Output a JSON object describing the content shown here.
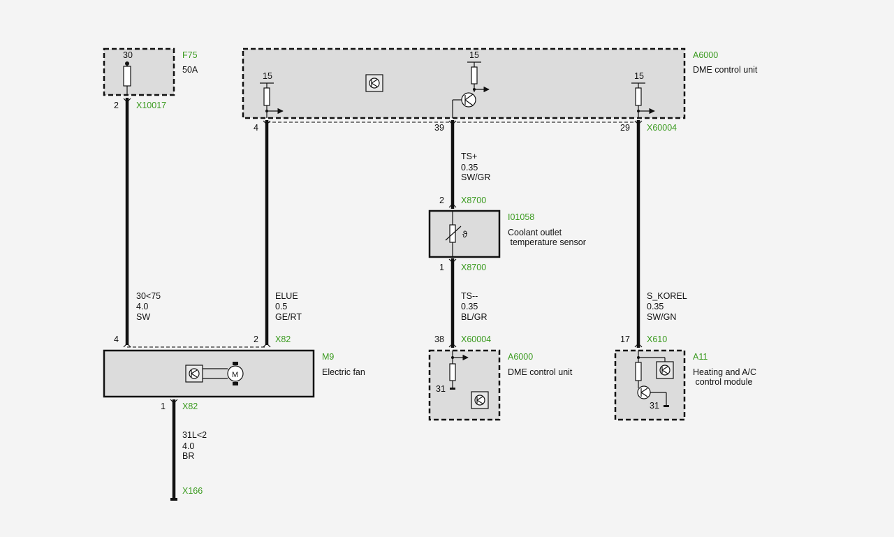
{
  "components": {
    "f75": {
      "id": "F75",
      "rating": "50A",
      "pin_top": "30",
      "pin_bottom": "2",
      "connector": "X10017"
    },
    "a6000_top": {
      "id": "A6000",
      "name": "DME control unit",
      "pin_left": "4",
      "pin_mid": "39",
      "pin_right": "29",
      "connector": "X60004",
      "supply_left": "15",
      "supply_mid": "15",
      "supply_right": "15"
    },
    "i01058": {
      "id": "I01058",
      "name_line1": "Coolant outlet",
      "name_line2": " temperature sensor",
      "pin_top": "2",
      "conn_top": "X8700",
      "pin_bottom": "1",
      "conn_bottom": "X8700"
    },
    "m9": {
      "id": "M9",
      "name": "Electric fan",
      "pin_top_left": "4",
      "pin_top_right": "2",
      "conn_top": "X82",
      "pin_bottom": "1",
      "conn_bottom": "X82",
      "motor_label": "M"
    },
    "a6000_bottom": {
      "id": "A6000",
      "name": "DME control unit",
      "pin_top": "38",
      "connector": "X60004",
      "ground": "31"
    },
    "a11": {
      "id": "A11",
      "name_line1": "Heating and A/C",
      "name_line2": " control module",
      "pin_top": "17",
      "connector": "X610",
      "ground": "31"
    },
    "ground_connector": "X166"
  },
  "wires": {
    "w1": {
      "signal": "30<75",
      "gauge": "4.0",
      "color": "SW"
    },
    "w2": {
      "signal": "ELUE",
      "gauge": "0.5",
      "color": "GE/RT"
    },
    "w3": {
      "signal": "TS+",
      "gauge": "0.35",
      "color": "SW/GR"
    },
    "w4": {
      "signal": "TS--",
      "gauge": "0.35",
      "color": "BL/GR"
    },
    "w5": {
      "signal": "S_KOREL",
      "gauge": "0.35",
      "color": "SW/GN"
    },
    "w6": {
      "signal": "31L<2",
      "gauge": "4.0",
      "color": "BR"
    }
  }
}
